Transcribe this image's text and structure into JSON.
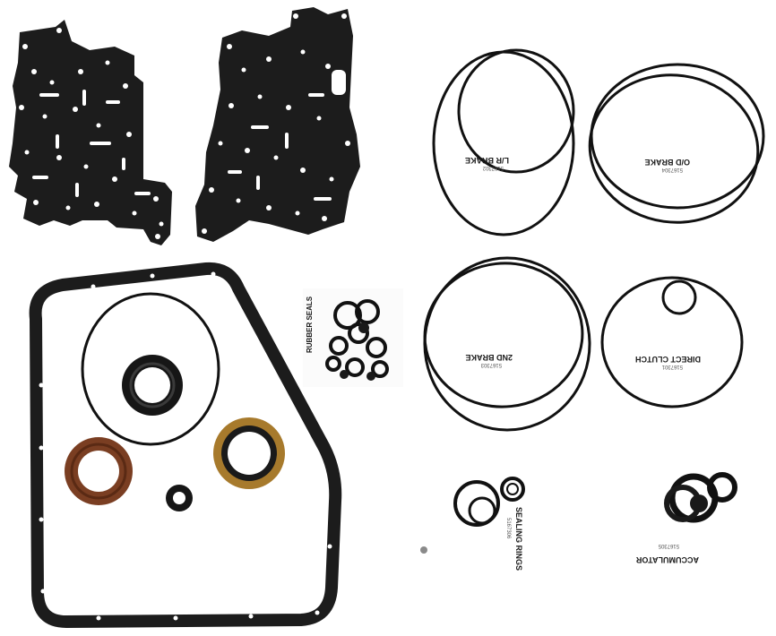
{
  "labels": {
    "lr_brake": "L/R BRAKE",
    "lr_brake_code": "5167302",
    "od_brake": "O/D BRAKE",
    "od_brake_code": "5167304",
    "second_brake": "2ND BRAKE",
    "second_brake_code": "5167303",
    "direct_clutch": "DIRECT CLUTCH",
    "direct_clutch_code": "5167301",
    "sealing_rings": "SEALING RINGS",
    "sealing_rings_code": "5167306",
    "accumulator": "ACCUMULATOR",
    "accumulator_code": "5167305",
    "rubber_seals": "RUBBER SEALS"
  },
  "colors": {
    "background": "#ffffff",
    "gasket": "#1c1c1c",
    "oring": "#111111",
    "seal_brown": "#7a3e22",
    "seal_amber": "#a77a2c",
    "seal_black": "#161616"
  }
}
